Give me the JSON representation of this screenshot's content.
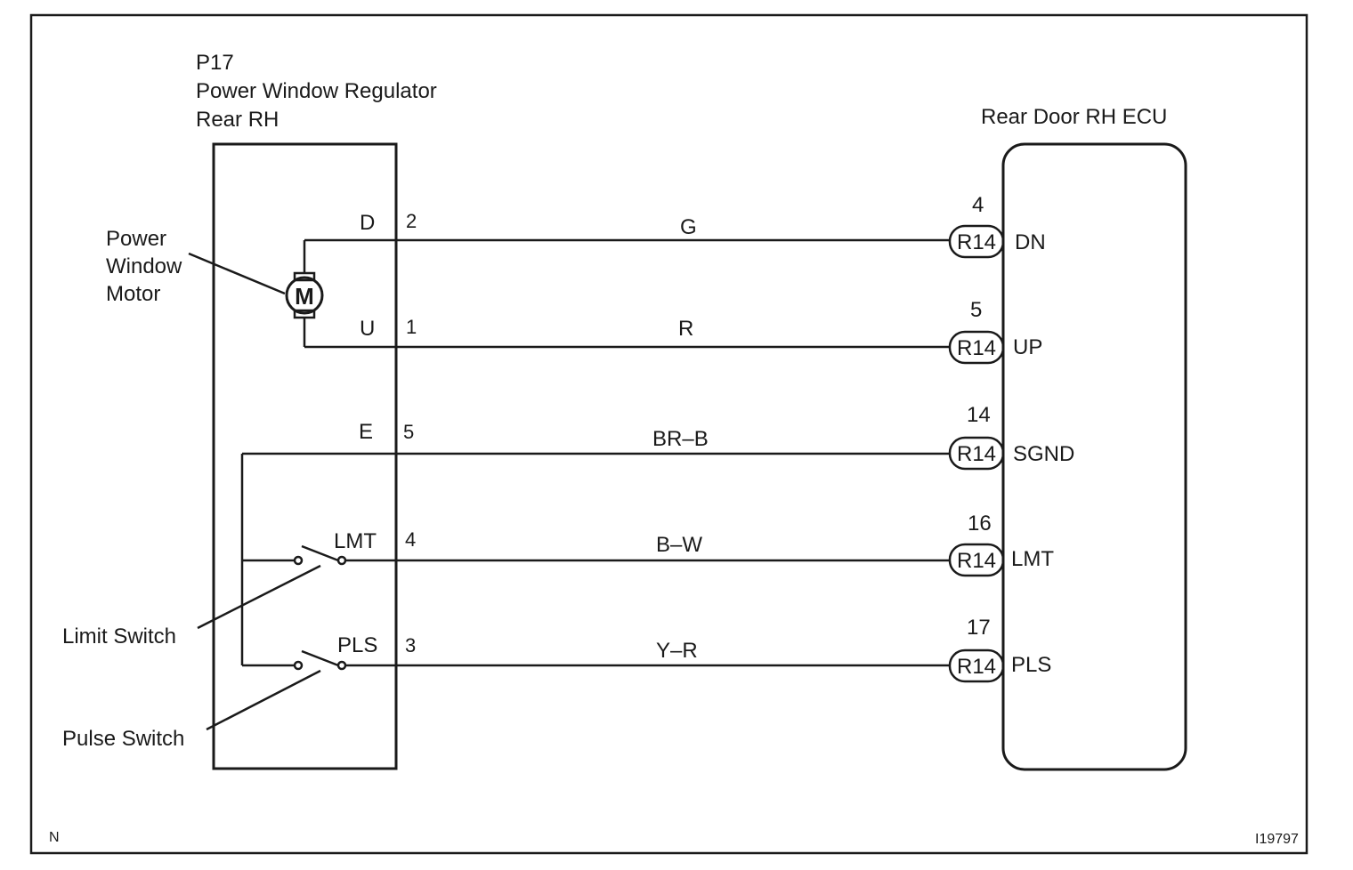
{
  "regulator": {
    "code": "P17",
    "name_line1": "Power Window Regulator",
    "name_line2": "Rear RH"
  },
  "ecu": {
    "title": "Rear Door RH ECU"
  },
  "motor": {
    "symbol": "M",
    "label_line1": "Power",
    "label_line2": "Window",
    "label_line3": "Motor"
  },
  "switches": {
    "limit_label": "Limit Switch",
    "pulse_label": "Pulse Switch"
  },
  "connections": [
    {
      "pin_name": "D",
      "pin": "2",
      "wire": "G",
      "connector": "R14",
      "ecu_pin": "4",
      "ecu_terminal": "DN"
    },
    {
      "pin_name": "U",
      "pin": "1",
      "wire": "R",
      "connector": "R14",
      "ecu_pin": "5",
      "ecu_terminal": "UP"
    },
    {
      "pin_name": "E",
      "pin": "5",
      "wire": "BR–B",
      "connector": "R14",
      "ecu_pin": "14",
      "ecu_terminal": "SGND"
    },
    {
      "pin_name": "LMT",
      "pin": "4",
      "wire": "B–W",
      "connector": "R14",
      "ecu_pin": "16",
      "ecu_terminal": "LMT"
    },
    {
      "pin_name": "PLS",
      "pin": "3",
      "wire": "Y–R",
      "connector": "R14",
      "ecu_pin": "17",
      "ecu_terminal": "PLS"
    }
  ],
  "footer": {
    "left_mark": "N",
    "figure_id": "I19797"
  }
}
